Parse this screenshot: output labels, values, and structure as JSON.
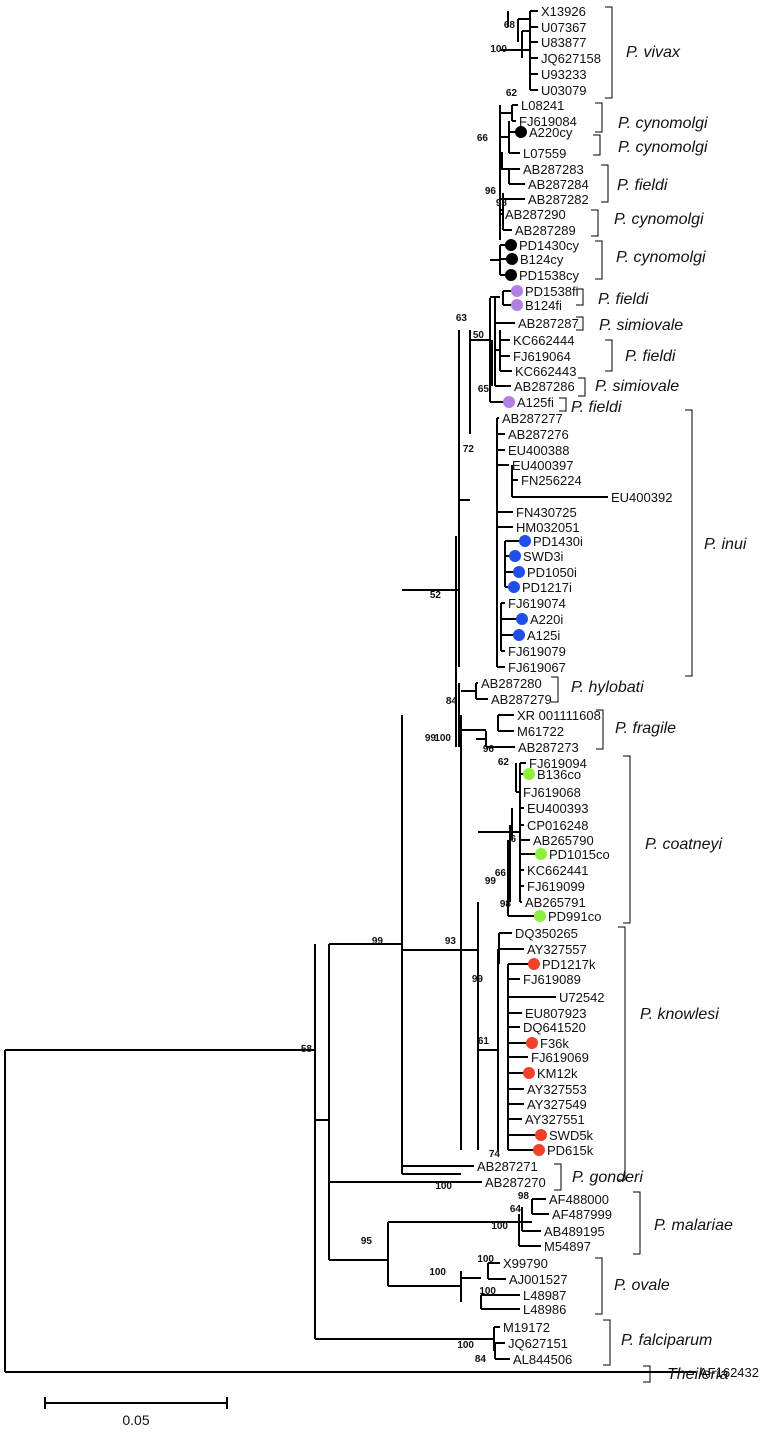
{
  "colors": {
    "line": "#000000",
    "cynomolgi_marker": "#000000",
    "fieldi_marker": "#b07fe0",
    "inui_marker": "#1f4fe8",
    "coatneyi_marker": "#8ef03a",
    "knowlesi_marker": "#f0412a"
  },
  "scale_bar": {
    "label": "0.05"
  },
  "clades": [
    {
      "label": "P. vivax"
    },
    {
      "label": "P. cynomolgi"
    },
    {
      "label": "P. cynomolgi"
    },
    {
      "label": "P. fieldi"
    },
    {
      "label": "P. cynomolgi"
    },
    {
      "label": "P. cynomolgi"
    },
    {
      "label": "P. fieldi"
    },
    {
      "label": "P. simiovale"
    },
    {
      "label": "P. fieldi"
    },
    {
      "label": "P. simiovale"
    },
    {
      "label": "P. fieldi"
    },
    {
      "label": "P. inui"
    },
    {
      "label": "P. hylobati"
    },
    {
      "label": "P. fragile"
    },
    {
      "label": "P. coatneyi"
    },
    {
      "label": "P. knowlesi"
    },
    {
      "label": "P. gonderi"
    },
    {
      "label": "P. malariae"
    },
    {
      "label": "P. ovale"
    },
    {
      "label": "P. falciparum"
    },
    {
      "label": "Theileria"
    }
  ],
  "bootstrap": [
    {
      "value": "68"
    },
    {
      "value": "100"
    },
    {
      "value": "62"
    },
    {
      "value": "66"
    },
    {
      "value": "96"
    },
    {
      "value": "98"
    },
    {
      "value": "63"
    },
    {
      "value": "50"
    },
    {
      "value": "65"
    },
    {
      "value": "72"
    },
    {
      "value": "52"
    },
    {
      "value": "84"
    },
    {
      "value": "100"
    },
    {
      "value": "96"
    },
    {
      "value": "99"
    },
    {
      "value": "62"
    },
    {
      "value": "6"
    },
    {
      "value": "66"
    },
    {
      "value": "99"
    },
    {
      "value": "98"
    },
    {
      "value": "93"
    },
    {
      "value": "99"
    },
    {
      "value": "99"
    },
    {
      "value": "61"
    },
    {
      "value": "74"
    },
    {
      "value": "58"
    },
    {
      "value": "100"
    },
    {
      "value": "98"
    },
    {
      "value": "64"
    },
    {
      "value": "100"
    },
    {
      "value": "95"
    },
    {
      "value": "100"
    },
    {
      "value": "100"
    },
    {
      "value": "100"
    },
    {
      "value": "100"
    },
    {
      "value": "84"
    }
  ],
  "leaves": [
    {
      "label": "X13926",
      "marker": null
    },
    {
      "label": "U07367",
      "marker": null
    },
    {
      "label": "U83877",
      "marker": null
    },
    {
      "label": "JQ627158",
      "marker": null
    },
    {
      "label": "U93233",
      "marker": null
    },
    {
      "label": "U03079",
      "marker": null
    },
    {
      "label": "L08241",
      "marker": null
    },
    {
      "label": "FJ619084",
      "marker": null
    },
    {
      "label": "A220cy",
      "marker": "cynomolgi_marker"
    },
    {
      "label": "L07559",
      "marker": null
    },
    {
      "label": "AB287283",
      "marker": null
    },
    {
      "label": "AB287284",
      "marker": null
    },
    {
      "label": "AB287282",
      "marker": null
    },
    {
      "label": "AB287290",
      "marker": null
    },
    {
      "label": "AB287289",
      "marker": null
    },
    {
      "label": "PD1430cy",
      "marker": "cynomolgi_marker"
    },
    {
      "label": "B124cy",
      "marker": "cynomolgi_marker"
    },
    {
      "label": "PD1538cy",
      "marker": "cynomolgi_marker"
    },
    {
      "label": "PD1538fi",
      "marker": "fieldi_marker"
    },
    {
      "label": "B124fi",
      "marker": "fieldi_marker"
    },
    {
      "label": "AB287287",
      "marker": null
    },
    {
      "label": "KC662444",
      "marker": null
    },
    {
      "label": "FJ619064",
      "marker": null
    },
    {
      "label": "KC662443",
      "marker": null
    },
    {
      "label": "AB287286",
      "marker": null
    },
    {
      "label": "A125fi",
      "marker": "fieldi_marker"
    },
    {
      "label": "AB287277",
      "marker": null
    },
    {
      "label": "AB287276",
      "marker": null
    },
    {
      "label": "EU400388",
      "marker": null
    },
    {
      "label": "EU400397",
      "marker": null
    },
    {
      "label": "FN256224",
      "marker": null
    },
    {
      "label": "EU400392",
      "marker": null
    },
    {
      "label": "FN430725",
      "marker": null
    },
    {
      "label": "HM032051",
      "marker": null
    },
    {
      "label": "PD1430i",
      "marker": "inui_marker"
    },
    {
      "label": "SWD3i",
      "marker": "inui_marker"
    },
    {
      "label": "PD1050i",
      "marker": "inui_marker"
    },
    {
      "label": "PD1217i",
      "marker": "inui_marker"
    },
    {
      "label": "FJ619074",
      "marker": null
    },
    {
      "label": "A220i",
      "marker": "inui_marker"
    },
    {
      "label": "A125i",
      "marker": "inui_marker"
    },
    {
      "label": "FJ619079",
      "marker": null
    },
    {
      "label": "FJ619067",
      "marker": null
    },
    {
      "label": "AB287280",
      "marker": null
    },
    {
      "label": "AB287279",
      "marker": null
    },
    {
      "label": "XR 001111608",
      "marker": null
    },
    {
      "label": "M61722",
      "marker": null
    },
    {
      "label": "AB287273",
      "marker": null
    },
    {
      "label": "FJ619094",
      "marker": null
    },
    {
      "label": "B136co",
      "marker": "coatneyi_marker"
    },
    {
      "label": "FJ619068",
      "marker": null
    },
    {
      "label": "EU400393",
      "marker": null
    },
    {
      "label": "CP016248",
      "marker": null
    },
    {
      "label": "AB265790",
      "marker": null
    },
    {
      "label": "PD1015co",
      "marker": "coatneyi_marker"
    },
    {
      "label": "KC662441",
      "marker": null
    },
    {
      "label": "FJ619099",
      "marker": null
    },
    {
      "label": "AB265791",
      "marker": null
    },
    {
      "label": "PD991co",
      "marker": "coatneyi_marker"
    },
    {
      "label": "DQ350265",
      "marker": null
    },
    {
      "label": "AY327557",
      "marker": null
    },
    {
      "label": "PD1217k",
      "marker": "knowlesi_marker"
    },
    {
      "label": "FJ619089",
      "marker": null
    },
    {
      "label": "U72542",
      "marker": null
    },
    {
      "label": "EU807923",
      "marker": null
    },
    {
      "label": "DQ641520",
      "marker": null
    },
    {
      "label": "F36k",
      "marker": "knowlesi_marker"
    },
    {
      "label": "FJ619069",
      "marker": null
    },
    {
      "label": "KM12k",
      "marker": "knowlesi_marker"
    },
    {
      "label": "AY327553",
      "marker": null
    },
    {
      "label": "AY327549",
      "marker": null
    },
    {
      "label": "AY327551",
      "marker": null
    },
    {
      "label": "SWD5k",
      "marker": "knowlesi_marker"
    },
    {
      "label": "PD615k",
      "marker": "knowlesi_marker"
    },
    {
      "label": "AB287271",
      "marker": null
    },
    {
      "label": "AB287270",
      "marker": null
    },
    {
      "label": "AF488000",
      "marker": null
    },
    {
      "label": "AF487999",
      "marker": null
    },
    {
      "label": "AB489195",
      "marker": null
    },
    {
      "label": "M54897",
      "marker": null
    },
    {
      "label": "X99790",
      "marker": null
    },
    {
      "label": "AJ001527",
      "marker": null
    },
    {
      "label": "L48987",
      "marker": null
    },
    {
      "label": "L48986",
      "marker": null
    },
    {
      "label": "M19172",
      "marker": null
    },
    {
      "label": "JQ627151",
      "marker": null
    },
    {
      "label": "AL844506",
      "marker": null
    },
    {
      "label": "AF162432",
      "marker": null
    }
  ]
}
